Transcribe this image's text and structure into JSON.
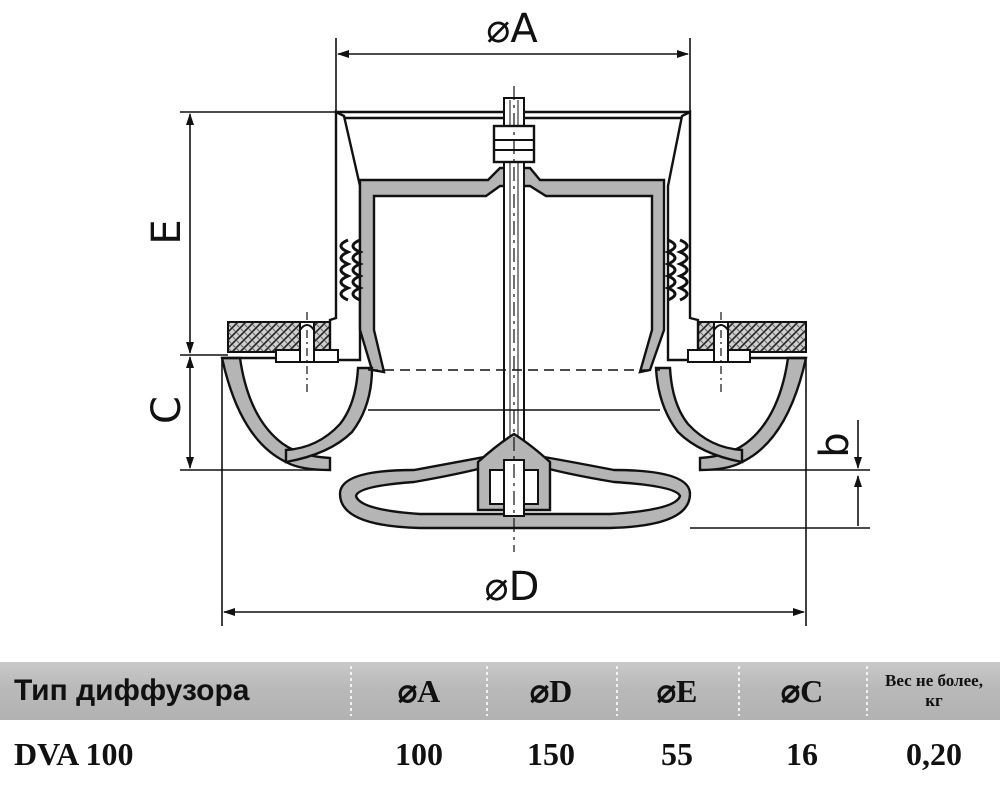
{
  "diagram": {
    "labels": {
      "dim_a": "⌀A",
      "dim_d": "⌀D",
      "dim_e": "E",
      "dim_c": "C",
      "dim_b": "b"
    }
  },
  "spec_table": {
    "headers": {
      "type": "Тип диффузора",
      "a": "⌀A",
      "d": "⌀D",
      "e": "⌀E",
      "c": "⌀C",
      "weight_line1": "Вес не более,",
      "weight_line2": "кг"
    },
    "row": {
      "type": "DVA 100",
      "a": "100",
      "d": "150",
      "e": "55",
      "c": "16",
      "weight": "0,20"
    }
  }
}
